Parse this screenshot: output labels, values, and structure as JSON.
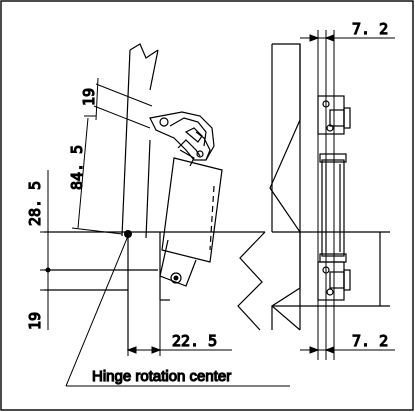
{
  "drawing": {
    "dimensions": {
      "top_right": "7. 2",
      "bottom_right": "7. 2",
      "arm_height": "19",
      "arm_length": "84. 5",
      "center_above": "28. 5",
      "center_below": "19",
      "center_offset": "22. 5"
    },
    "caption": "Hinge rotation center"
  }
}
